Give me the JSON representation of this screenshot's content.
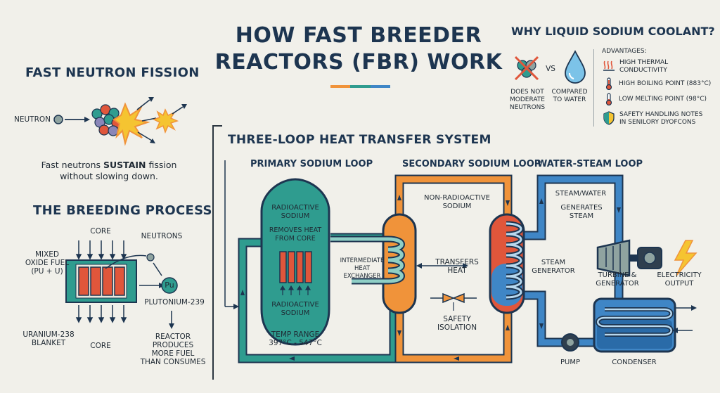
{
  "title": {
    "line1": "HOW FAST BREEDER",
    "line2": "REACTORS (FBR) WORK"
  },
  "fission": {
    "heading": "FAST NEUTRON FISSION",
    "neutron_label": "NEUTRON",
    "caption_pre": "Fast neutrons ",
    "caption_bold": "SUSTAIN",
    "caption_post": " fission",
    "caption_line2": "without slowing down."
  },
  "breeding": {
    "heading": "THE BREEDING PROCESS",
    "core_top": "CORE",
    "core_bottom": "CORE",
    "mixed_fuel": "MIXED\nOXIDE FUEL\n(Pu + U)",
    "neutrons": "NEUTRONS",
    "pu_symbol": "Pu",
    "plutonium": "PLUTONIUM-239",
    "blanket": "URANIUM-238\nBLANKET",
    "produces": "REACTOR\nPRODUCES\nMORE FUEL\nTHAN CONSUMES"
  },
  "coolant": {
    "heading": "WHY LIQUID SODIUM COOLANT?",
    "vs": "VS",
    "not_moderate": "DOES NOT\nMODERATE\nNEUTRONS",
    "compared": "COMPARED\nTO WATER",
    "advantages_label": "ADVANTAGES:",
    "advantages": [
      {
        "icon": "heat-wave",
        "text": "HIGH THERMAL\nCONDUCTIVITY"
      },
      {
        "icon": "thermometer-high",
        "text": "HIGH BOILING POINT (883°C)"
      },
      {
        "icon": "thermometer-low",
        "text": "LOW MELTING POINT (98°C)"
      },
      {
        "icon": "shield",
        "text": "SAFETY HANDLING NOTES\nIN SENILORY DYOFCONS"
      }
    ]
  },
  "loops": {
    "heading": "THREE-LOOP HEAT TRANSFER SYSTEM",
    "primary": "PRIMARY SODIUM LOOP",
    "secondary": "SECONDARY SODIUM LOOP",
    "water": "WATER-STEAM LOOP",
    "radioactive_top": "RADIOACTIVE\nSODIUM",
    "removes_heat": "REMOVES HEAT\nFROM CORE",
    "radioactive_bottom": "RADIOACTIVE\nSODIUM",
    "temp_range": "TEMP RANGE\n397°C - 547°C",
    "ihx": "INTERMEDIATE\nHEAT\nEXCHANGER",
    "non_radioactive": "NON-RADIOACTIVE\nSODIUM",
    "transfers_heat": "TRANSFERS\nHEAT",
    "safety_isolation": "SAFETY\nISOLATION",
    "steam_water": "STEAM/WATER",
    "generates_steam": "GENERATES\nSTEAM",
    "steam_generator": "STEAM\nGENERATOR",
    "turbine": "TURBINE &\nGENERATOR",
    "electricity": "ELECTRICITY\nOUTPUT",
    "pump": "PUMP",
    "condenser": "CONDENSER"
  },
  "colors": {
    "navy": "#1d3550",
    "teal": "#2f9c8f",
    "orange": "#f0933a",
    "red": "#e0563b",
    "blue": "#3f86c6",
    "yellow": "#f5c431"
  }
}
